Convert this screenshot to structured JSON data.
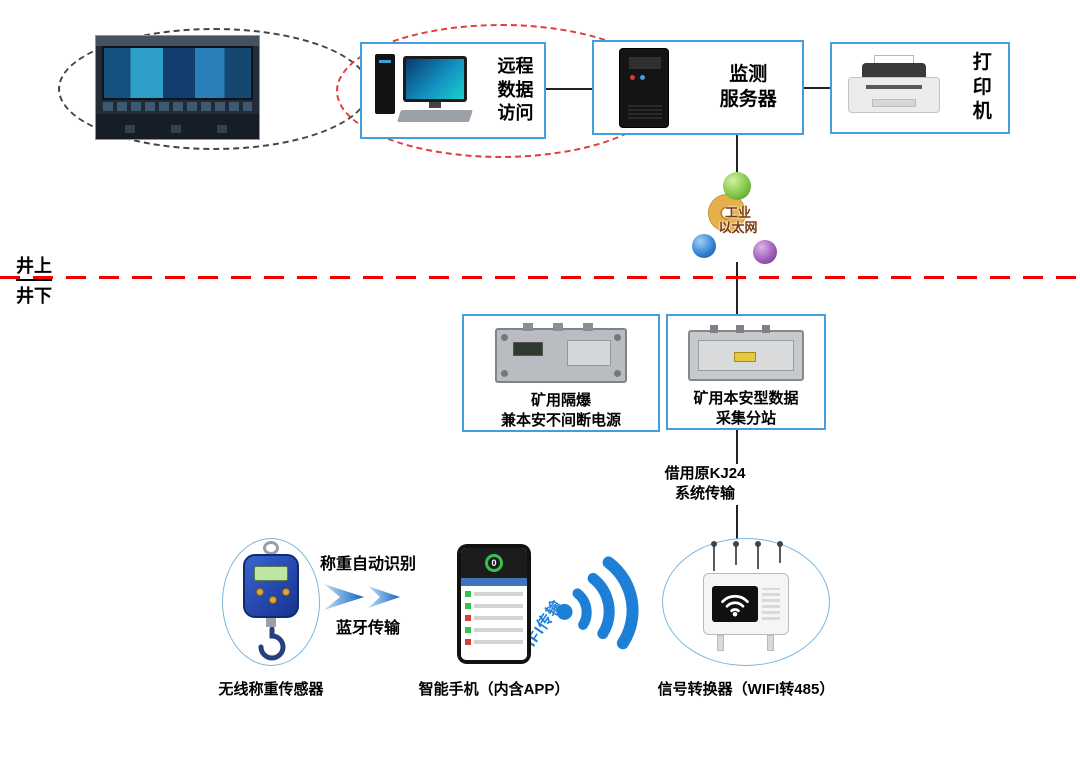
{
  "diagram": {
    "remote_access": {
      "lines": [
        "远程",
        "数据",
        "访问"
      ]
    },
    "server": {
      "lines": [
        "监测",
        "服务器"
      ]
    },
    "printer": {
      "lines": [
        "打",
        "印",
        "机"
      ]
    },
    "ethernet": {
      "lines": [
        "工业",
        "以太网"
      ]
    },
    "divider": {
      "above": "井上",
      "below": "井下"
    },
    "power": {
      "lines": [
        "矿用隔爆",
        "兼本安不间断电源"
      ]
    },
    "substation": {
      "lines": [
        "矿用本安型数据",
        "采集分站"
      ]
    },
    "kj24": {
      "lines": [
        "借用原KJ24",
        "系统传输"
      ]
    },
    "converter": {
      "label": "信号转换器（WIFI转485）"
    },
    "phone": {
      "label": "智能手机（内含APP）",
      "screen_value": "0"
    },
    "sensor": {
      "label": "无线称重传感器"
    },
    "weigh_label": "称重自动识别",
    "bluetooth_label": "蓝牙传输",
    "wifi_label": "WIFI传输",
    "colors": {
      "box_border": "#41a0dc",
      "divider_red": "#f10000",
      "wifi_blue": "#1e7fd6",
      "ring_gold": "#e5b04a",
      "ball_green": "#7ac143",
      "ball_blue": "#2f7fd0",
      "ball_purple": "#9b59b6"
    }
  }
}
